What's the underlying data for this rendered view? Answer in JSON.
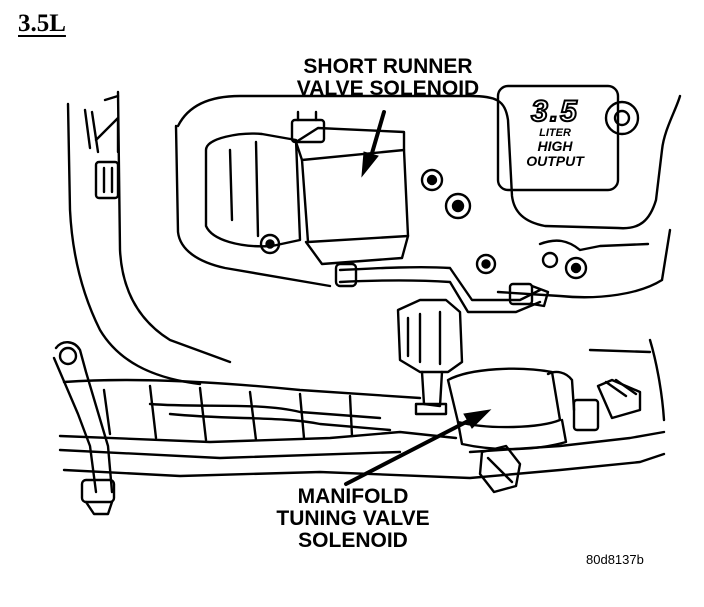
{
  "title": "3.5L",
  "labels": {
    "short_runner_line1": "SHORT RUNNER",
    "short_runner_line2": "VALVE SOLENOID",
    "manifold_line1": "MANIFOLD",
    "manifold_line2": "TUNING VALVE",
    "manifold_line3": "SOLENOID"
  },
  "badge": {
    "big": "3.5",
    "liter": "LITER",
    "high": "HIGH",
    "output": "OUTPUT"
  },
  "reference_code": "80d8137b"
}
